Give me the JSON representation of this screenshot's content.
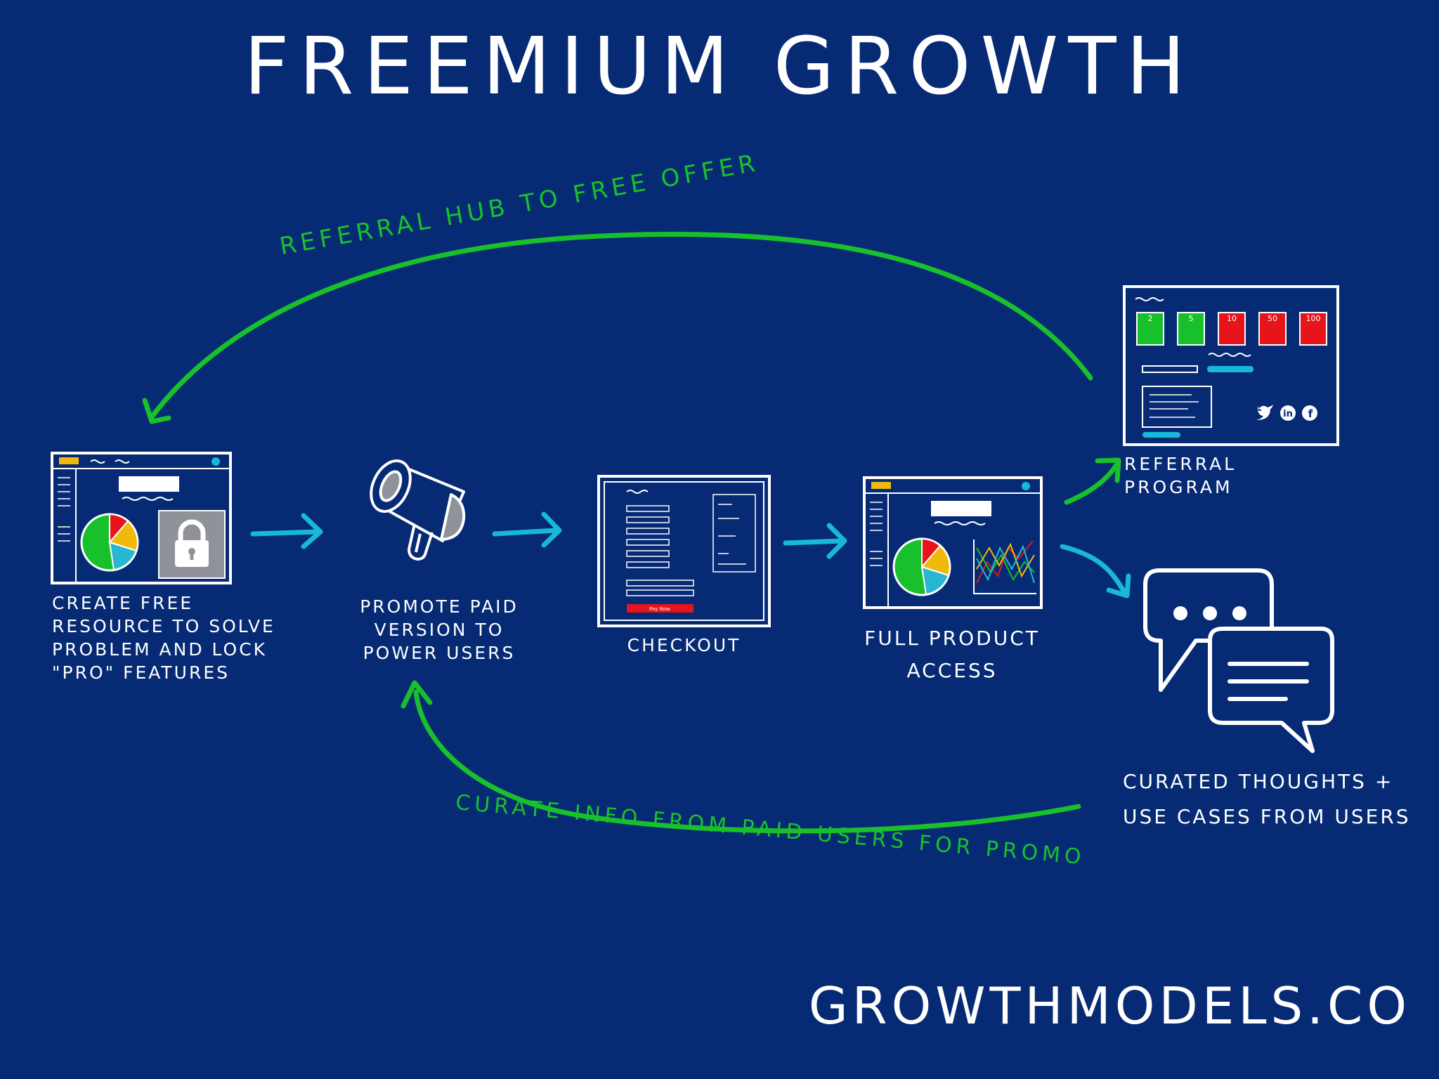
{
  "title": "Freemium Growth",
  "colors": {
    "background": "#062a74",
    "loop_arrow": "#18c12c",
    "flow_arrow": "#17b8d8",
    "lock_box": "#8f9298",
    "pay_button": "#e8141c",
    "tile_green": "#18c12c",
    "tile_red": "#e8141c",
    "header_yellow": "#f0b90b"
  },
  "steps": {
    "free_resource": "Create Free Resource to Solve Problem and Lock \"Pro\" Features",
    "promote": "Promote Paid Version to Power Users",
    "checkout": "Checkout",
    "full_access": "Full Product Access",
    "referral": "Referral Program",
    "curated": "Curated Thoughts + Use Cases From Users"
  },
  "loops": {
    "top": "Referral Hub to Free Offer",
    "bottom": "Curate Info From Paid Users For Promo"
  },
  "referral_tiles": [
    "2",
    "5",
    "10",
    "50",
    "100"
  ],
  "checkout_button": "Pay Now",
  "icons": {
    "megaphone": "megaphone-icon",
    "lock": "lock-icon",
    "chat": "chat-bubbles-icon",
    "twitter": "twitter-icon",
    "linkedin": "linkedin-icon",
    "facebook": "facebook-icon"
  },
  "brand": "Growthmodels.co"
}
